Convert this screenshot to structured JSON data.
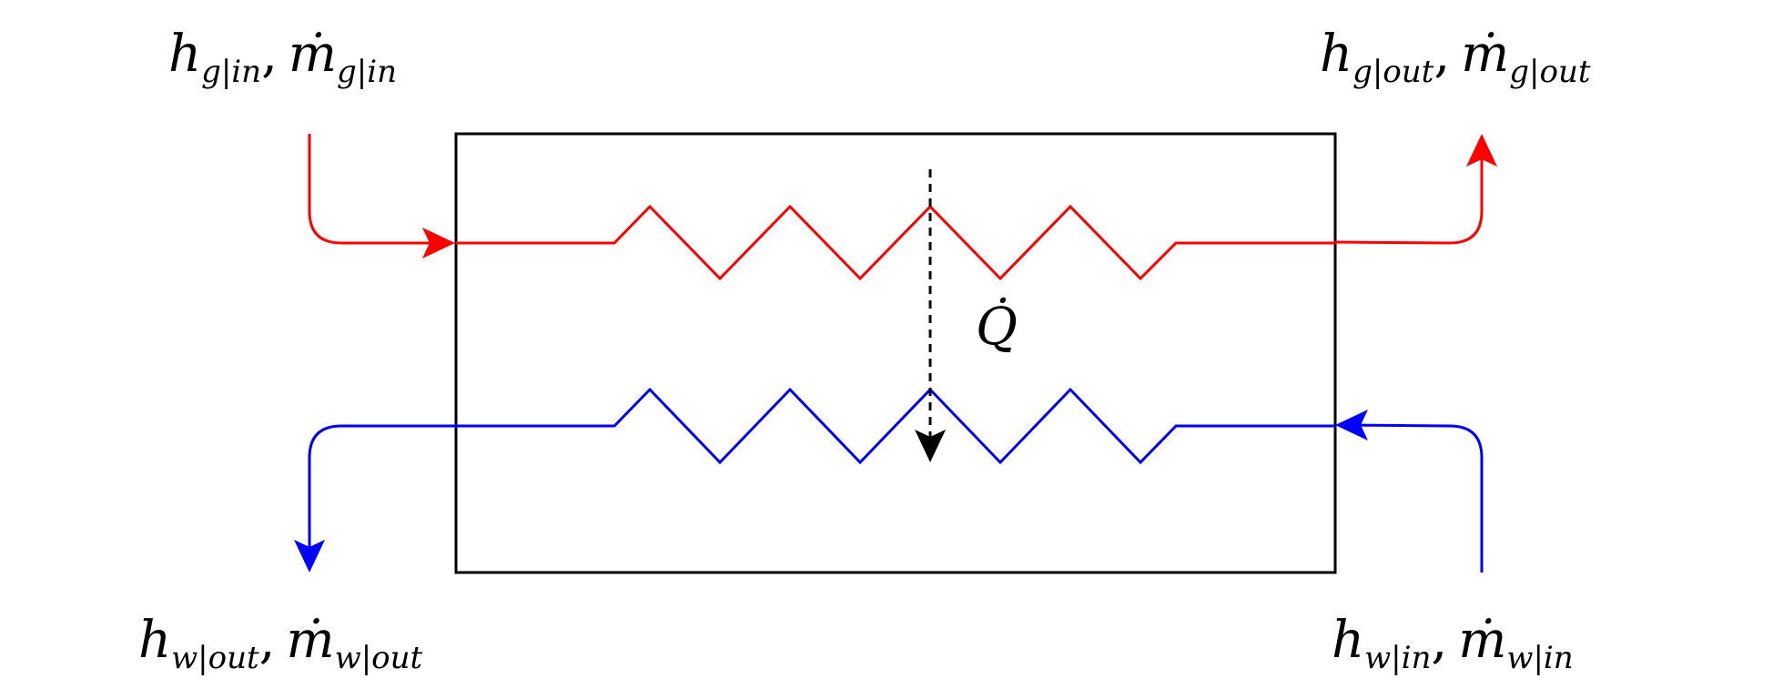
{
  "colors": {
    "gas": "#ff0000",
    "water": "#0000ff",
    "heat": "#000000",
    "frame": "#000000"
  },
  "labels": {
    "gas_in": {
      "h": "h",
      "h_sub": "g|in",
      "m": "ṁ",
      "m_sub": "g|in"
    },
    "gas_out": {
      "h": "h",
      "h_sub": "g|out",
      "m": "ṁ",
      "m_sub": "g|out"
    },
    "water_out": {
      "h": "h",
      "h_sub": "w|out",
      "m": "ṁ",
      "m_sub": "w|out"
    },
    "water_in": {
      "h": "h",
      "h_sub": "w|in",
      "m": "ṁ",
      "m_sub": "w|in"
    },
    "heat": "Q̇",
    "comma": ","
  }
}
